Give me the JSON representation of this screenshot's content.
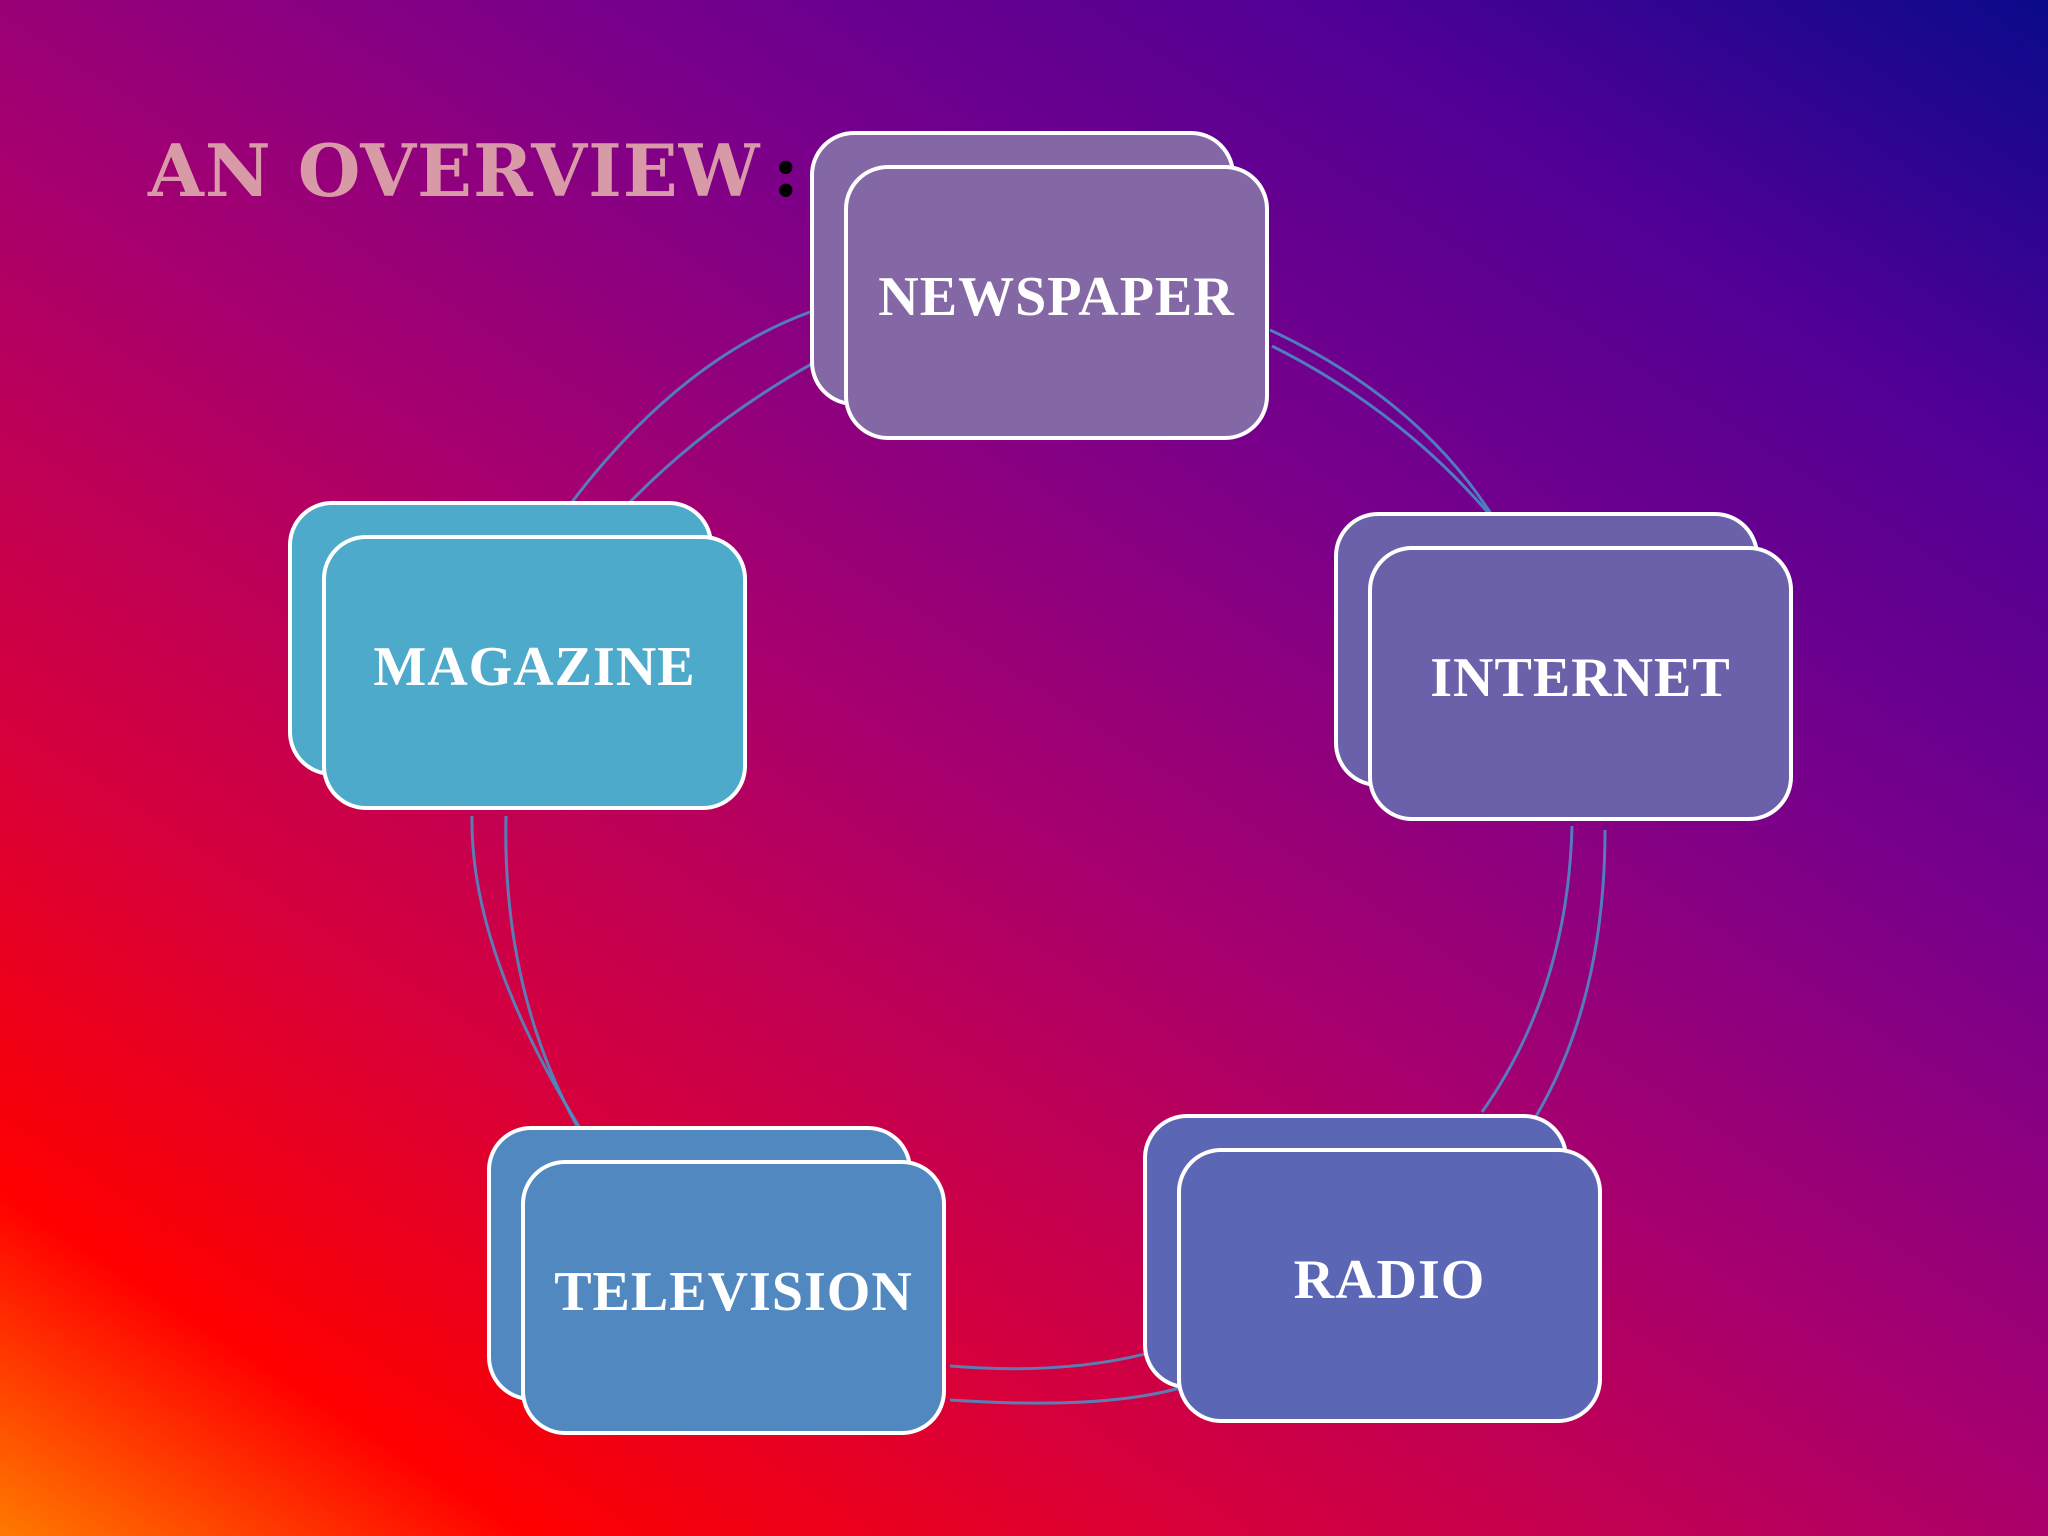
{
  "slide": {
    "title": "AN OVERVIEW",
    "title_colon": ":"
  },
  "nodes": [
    {
      "id": "newspaper",
      "label": "NEWSPAPER",
      "color": "#8368a5"
    },
    {
      "id": "internet",
      "label": "INTERNET",
      "color": "#6b60aa"
    },
    {
      "id": "radio",
      "label": "RADIO",
      "color": "#5b67b5"
    },
    {
      "id": "television",
      "label": "TELEVISION",
      "color": "#5188c0"
    },
    {
      "id": "magazine",
      "label": "MAGAZINE",
      "color": "#4eaacb"
    }
  ],
  "colors": {
    "connector": "#4a90c8",
    "card_border": "#ffffff",
    "title": "#d99aa8"
  }
}
